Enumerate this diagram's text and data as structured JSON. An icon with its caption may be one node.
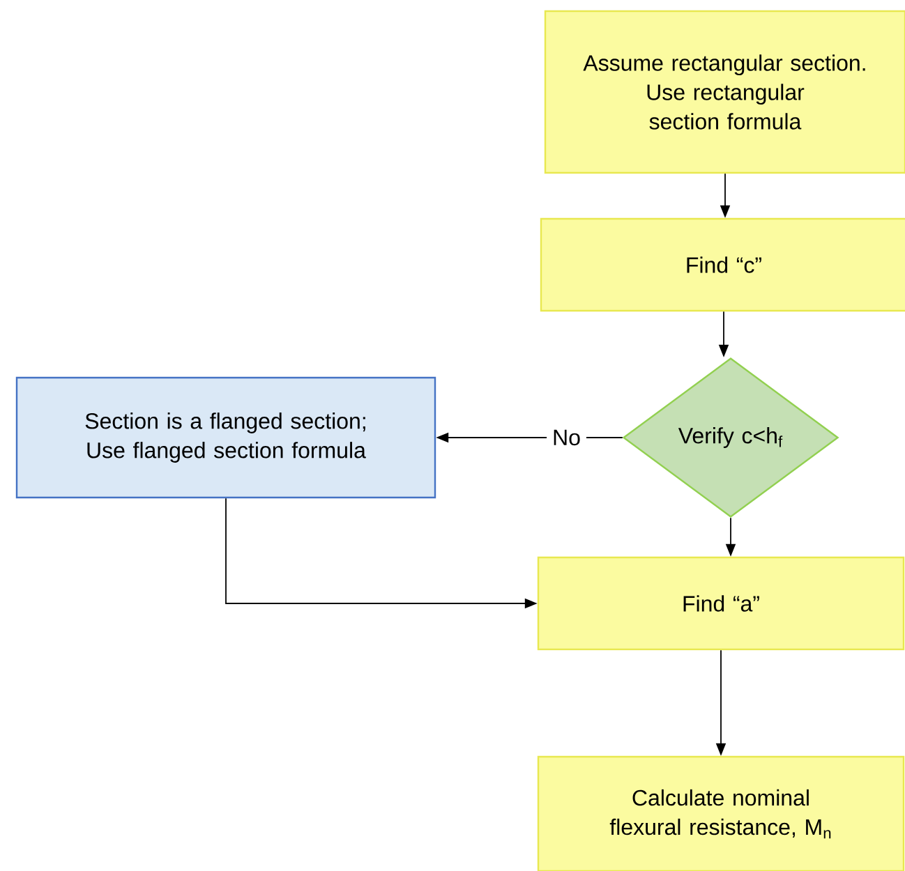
{
  "diagram": {
    "nodes": [
      {
        "text": [
          "Assume rectangular section.",
          "Use rectangular section formula"
        ]
      },
      {
        "text": [
          "Find “c”"
        ]
      },
      {
        "text": [
          "Verify c<h$_{f}$"
        ]
      },
      {
        "text": [
          "Section is a flanged section;",
          "Use flanged section formula"
        ]
      },
      {
        "text": [
          "Find “a”"
        ]
      },
      {
        "text": [
          "Calculate nominal flexural resistance, M$_{n}$"
        ]
      }
    ],
    "edges": [
      {
        "from": 0,
        "to": 1,
        "arrow": "to"
      },
      {
        "from": 1,
        "to": 2,
        "arrow": "to"
      },
      {
        "from": 2,
        "to": 3,
        "arrow": "to",
        "label": "No"
      },
      {
        "from": 2,
        "to": 4,
        "arrow": "to"
      },
      {
        "from": 3,
        "to": 4,
        "arrow": "to"
      },
      {
        "from": 4,
        "to": 5,
        "arrow": "to"
      }
    ]
  }
}
